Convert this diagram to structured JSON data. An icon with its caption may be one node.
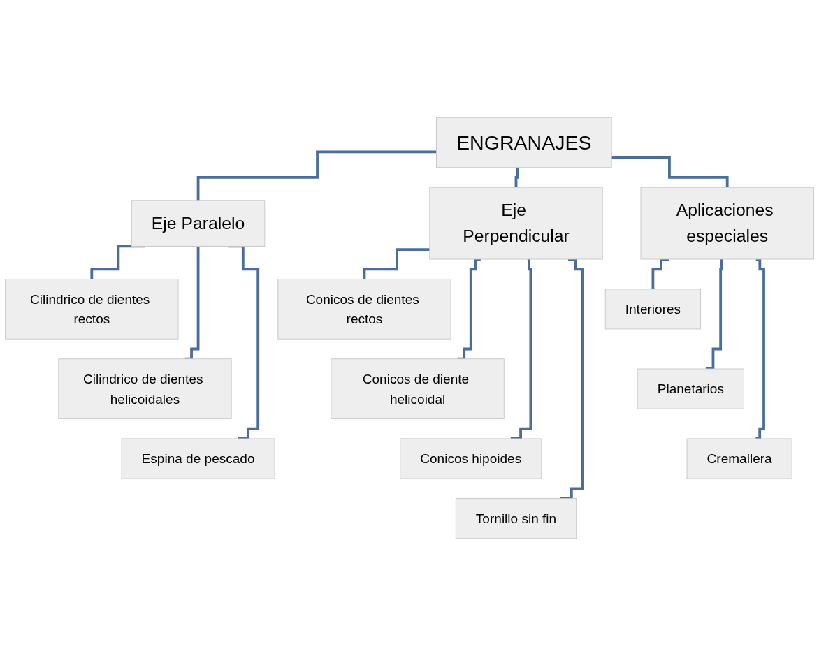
{
  "diagram": {
    "nodes": [
      {
        "text": [
          "ENGRANAJES"
        ]
      },
      {
        "text": [
          "Eje Paralelo"
        ]
      },
      {
        "text": [
          "Eje Perpendicular"
        ]
      },
      {
        "text": [
          "Aplicaciones especiales"
        ]
      },
      {
        "text": [
          "Cilindrico de dientes rectos"
        ]
      },
      {
        "text": [
          "Cilindrico de dientes helicoidales"
        ]
      },
      {
        "text": [
          "Espina de pescado"
        ]
      },
      {
        "text": [
          "Conicos de dientes rectos"
        ]
      },
      {
        "text": [
          "Conicos de diente helicoidal"
        ]
      },
      {
        "text": [
          "Conicos hipoides"
        ]
      },
      {
        "text": [
          "Tornillo sin fin"
        ]
      },
      {
        "text": [
          "Interiores"
        ]
      },
      {
        "text": [
          "Planetarios"
        ]
      },
      {
        "text": [
          "Cremallera"
        ]
      }
    ],
    "edges": [
      {
        "from": 0,
        "to": 1,
        "arrow": "none"
      },
      {
        "from": 0,
        "to": 2,
        "arrow": "none"
      },
      {
        "from": 0,
        "to": 3,
        "arrow": "none"
      },
      {
        "from": 1,
        "to": 4,
        "arrow": "none"
      },
      {
        "from": 1,
        "to": 5,
        "arrow": "none"
      },
      {
        "from": 1,
        "to": 6,
        "arrow": "none"
      },
      {
        "from": 2,
        "to": 7,
        "arrow": "none"
      },
      {
        "from": 2,
        "to": 8,
        "arrow": "none"
      },
      {
        "from": 2,
        "to": 9,
        "arrow": "none"
      },
      {
        "from": 2,
        "to": 10,
        "arrow": "none"
      },
      {
        "from": 3,
        "to": 11,
        "arrow": "none"
      },
      {
        "from": 3,
        "to": 12,
        "arrow": "none"
      },
      {
        "from": 3,
        "to": 13,
        "arrow": "none"
      }
    ]
  }
}
